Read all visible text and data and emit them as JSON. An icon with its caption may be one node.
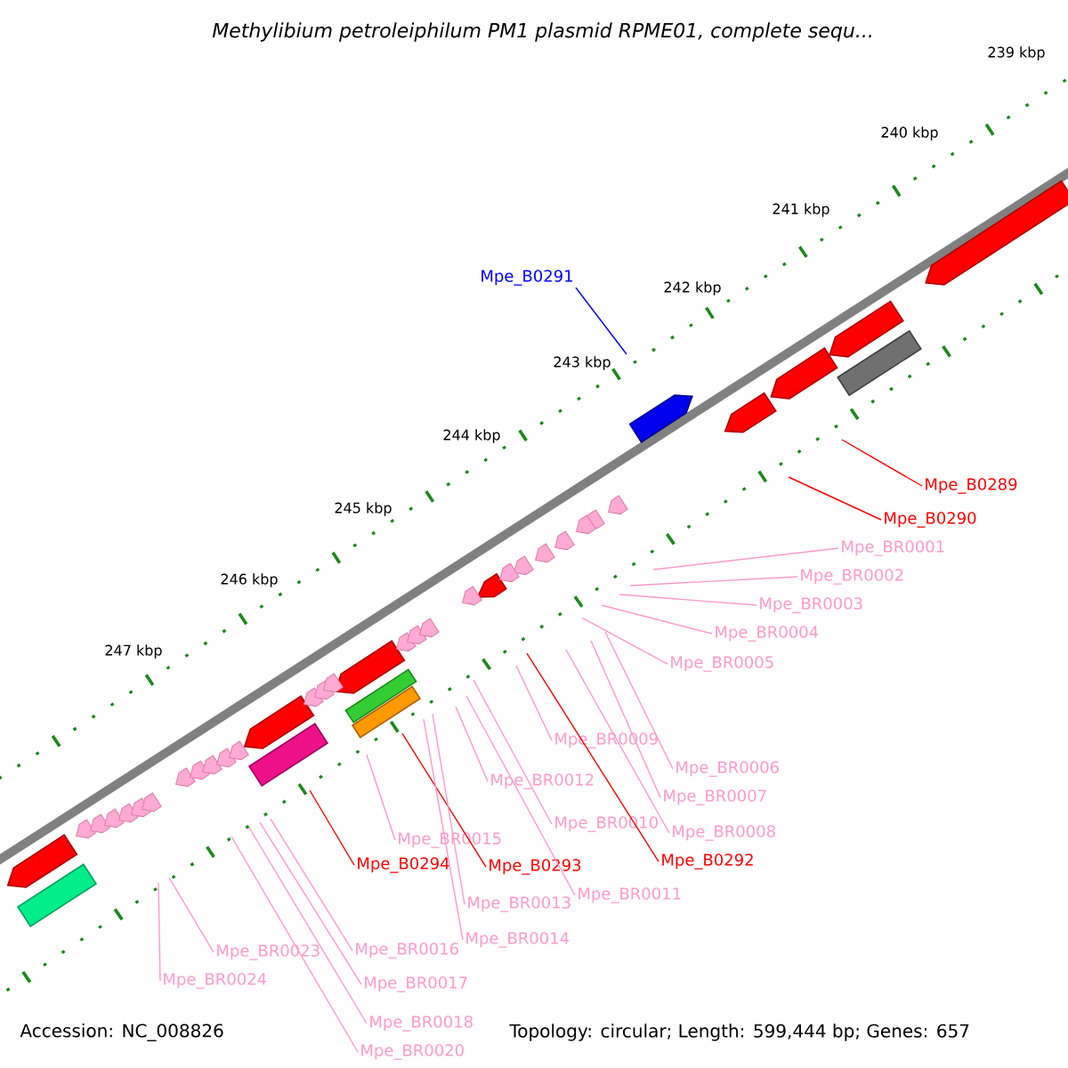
{
  "diagram": {
    "title": "Methylibium petroleiphilum PM1 plasmid RPME01, complete sequ...",
    "nodes": [
      {
        "text": [
          "Mpe_B0291"
        ]
      },
      {
        "text": [
          "Mpe_B0289"
        ]
      },
      {
        "text": [
          "Mpe_B0290"
        ]
      },
      {
        "text": [
          "Mpe_BR0001"
        ]
      },
      {
        "text": [
          "Mpe_BR0002"
        ]
      },
      {
        "text": [
          "Mpe_BR0003"
        ]
      },
      {
        "text": [
          "Mpe_BR0004"
        ]
      },
      {
        "text": [
          "Mpe_BR0005"
        ]
      },
      {
        "text": [
          "Mpe_BR0009"
        ]
      },
      {
        "text": [
          "Mpe_BR0006"
        ]
      },
      {
        "text": [
          "Mpe_BR0012"
        ]
      },
      {
        "text": [
          "Mpe_BR0007"
        ]
      },
      {
        "text": [
          "Mpe_BR0010"
        ]
      },
      {
        "text": [
          "Mpe_BR0008"
        ]
      },
      {
        "text": [
          "Mpe_BR0015"
        ]
      },
      {
        "text": [
          "Mpe_B0292"
        ]
      },
      {
        "text": [
          "Mpe_B0294"
        ]
      },
      {
        "text": [
          "Mpe_B0293"
        ]
      },
      {
        "text": [
          "Mpe_BR0011"
        ]
      },
      {
        "text": [
          "Mpe_BR0013"
        ]
      },
      {
        "text": [
          "Mpe_BR0014"
        ]
      },
      {
        "text": [
          "Mpe_BR0016"
        ]
      },
      {
        "text": [
          "Mpe_BR0023"
        ]
      },
      {
        "text": [
          "Mpe_BR0024"
        ]
      },
      {
        "text": [
          "Mpe_BR0017"
        ]
      },
      {
        "text": [
          "Mpe_BR0018"
        ]
      },
      {
        "text": [
          "Mpe_BR0020"
        ]
      }
    ],
    "edges": [
      {
        "from": 0,
        "to": null,
        "arrow": "none",
        "color": "#0000ff"
      },
      {
        "from": 1,
        "to": null,
        "arrow": "none",
        "color": "#ff0000"
      },
      {
        "from": 2,
        "to": null,
        "arrow": "none",
        "color": "#ff0000"
      },
      {
        "from": 3,
        "to": null,
        "arrow": "none"
      },
      {
        "from": 4,
        "to": null,
        "arrow": "none"
      },
      {
        "from": 5,
        "to": null,
        "arrow": "none"
      },
      {
        "from": 6,
        "to": null,
        "arrow": "none"
      },
      {
        "from": 7,
        "to": null,
        "arrow": "none"
      },
      {
        "from": 8,
        "to": null,
        "arrow": "none"
      },
      {
        "from": 9,
        "to": null,
        "arrow": "none"
      },
      {
        "from": 10,
        "to": null,
        "arrow": "none"
      },
      {
        "from": 11,
        "to": null,
        "arrow": "none"
      },
      {
        "from": 12,
        "to": null,
        "arrow": "none"
      },
      {
        "from": 13,
        "to": null,
        "arrow": "none"
      },
      {
        "from": 14,
        "to": null,
        "arrow": "none"
      },
      {
        "from": 15,
        "to": null,
        "arrow": "none",
        "color": "#ff0000"
      },
      {
        "from": 16,
        "to": null,
        "arrow": "none",
        "color": "#ff0000"
      },
      {
        "from": 17,
        "to": null,
        "arrow": "none",
        "color": "#ff0000"
      },
      {
        "from": 18,
        "to": null,
        "arrow": "none"
      },
      {
        "from": 19,
        "to": null,
        "arrow": "none"
      },
      {
        "from": 20,
        "to": null,
        "arrow": "none"
      },
      {
        "from": 21,
        "to": null,
        "arrow": "none"
      },
      {
        "from": 22,
        "to": null,
        "arrow": "none"
      },
      {
        "from": 23,
        "to": null,
        "arrow": "none"
      },
      {
        "from": 24,
        "to": null,
        "arrow": "none"
      },
      {
        "from": 25,
        "to": null,
        "arrow": "none"
      },
      {
        "from": 26,
        "to": null,
        "arrow": "none"
      }
    ],
    "labels": [
      "239 kbp",
      "240 kbp",
      "241 kbp",
      "242 kbp",
      "243 kbp",
      "244 kbp",
      "245 kbp",
      "246 kbp",
      "247 kbp",
      "Accession: NC_008826",
      "Topology: circular; Length: 599,444 bp; Genes: 657"
    ]
  }
}
